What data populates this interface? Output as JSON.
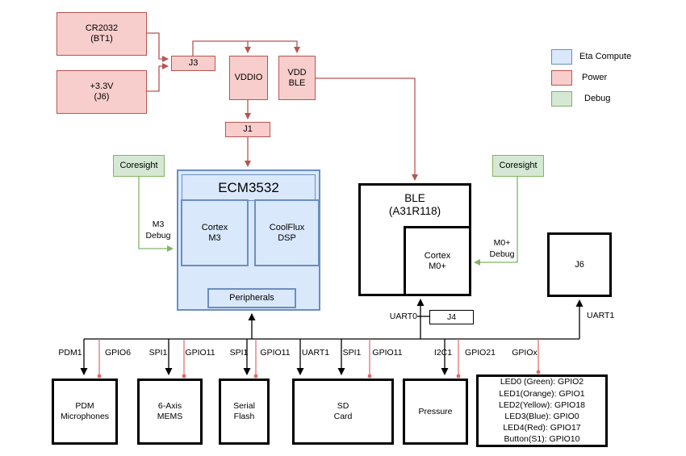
{
  "legend": {
    "items": [
      {
        "label": "Eta Compute",
        "fill": "#dae8fc",
        "stroke": "#6c8ebf"
      },
      {
        "label": "Power",
        "fill": "#f8cecc",
        "stroke": "#b85450"
      },
      {
        "label": "Debug",
        "fill": "#d5e8d4",
        "stroke": "#82b366"
      }
    ]
  },
  "power": {
    "battery": {
      "line1": "CR2032",
      "line2": "(BT1)"
    },
    "supply_3v3": {
      "line1": "+3.3V",
      "line2": "(J6)"
    },
    "j3": "J3",
    "vddio": "VDDIO",
    "vdd_ble": {
      "line1": "VDD",
      "line2": "BLE"
    },
    "j1": "J1"
  },
  "ecm": {
    "title": "ECM3532",
    "cortex_m3": {
      "line1": "Cortex",
      "line2": "M3"
    },
    "coolflux": {
      "line1": "CoolFlux",
      "line2": "DSP"
    },
    "peripherals": "Peripherals"
  },
  "debug": {
    "coresight_left": "Coresight",
    "coresight_right": "Coresight",
    "m3_debug": {
      "line1": "M3",
      "line2": "Debug"
    },
    "m0_debug": {
      "line1": "M0+",
      "line2": "Debug"
    }
  },
  "ble": {
    "title_line1": "BLE",
    "title_line2": "(A31R118)",
    "cortex_m0": {
      "line1": "Cortex",
      "line2": "M0+"
    }
  },
  "connectors": {
    "j6": "J6",
    "j4": "J4",
    "uart0": "UART0",
    "uart1": "UART1"
  },
  "bus_labels": [
    "PDM1",
    "GPIO6",
    "SPI1",
    "GPIO11",
    "SPI1",
    "GPIO11",
    "UART1",
    "SPI1",
    "GPIO11",
    "I2C1",
    "GPIO21",
    "GPIOx"
  ],
  "peripherals": [
    {
      "line1": "PDM",
      "line2": "Microphones"
    },
    {
      "line1": "6-Axis",
      "line2": "MEMS"
    },
    {
      "line1": "Serial",
      "line2": "Flash"
    },
    {
      "line1": "SD",
      "line2": "Card"
    },
    {
      "line1": "Pressure"
    }
  ],
  "led_button_map": [
    "LED0 (Green): GPIO2",
    "LED1(Orange): GPIO1",
    "LED2(Yellow): GPIO18",
    "LED3(Blue): GPIO0",
    "LED4(Red): GPIO17",
    "Button(S1): GPIO10"
  ],
  "colors": {
    "eta_fill": "#dae8fc",
    "eta_stroke": "#6c8ebf",
    "power_fill": "#f8cecc",
    "power_stroke": "#b85450",
    "debug_fill": "#d5e8d4",
    "debug_stroke": "#82b366",
    "gpio_line": "#e06666",
    "signal_line": "#000000"
  }
}
